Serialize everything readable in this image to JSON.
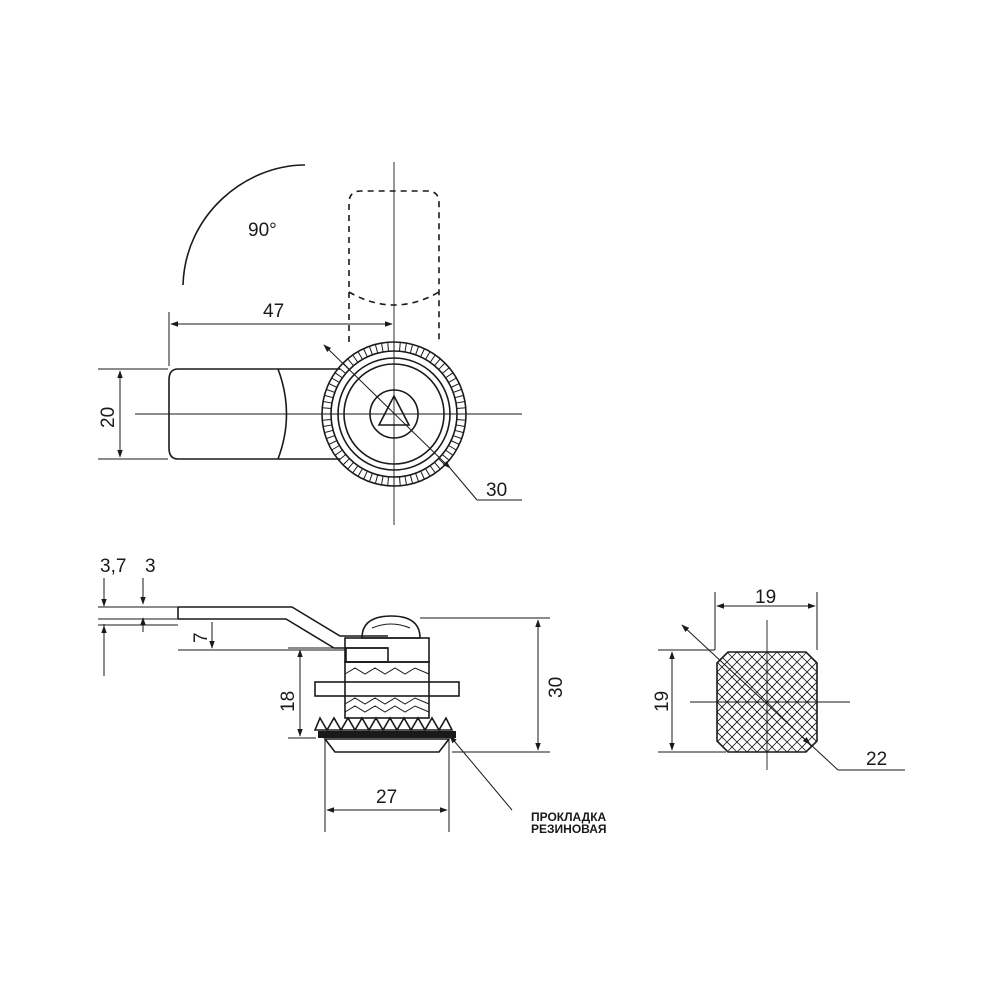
{
  "diagram": {
    "top_view": {
      "rotation_label": "90°",
      "lever_length": "47",
      "lever_width": "20",
      "body_diameter": "30"
    },
    "side_view": {
      "offset_a": "3,7",
      "offset_b": "3",
      "lever_drop": "7",
      "thread_length": "18",
      "total_height": "30",
      "flange_diameter": "27"
    },
    "cutout_view": {
      "width": "19",
      "height": "19",
      "diameter": "22"
    },
    "gasket_note": {
      "line1": "ПРОКЛАДКА",
      "line2": "РЕЗИНОВАЯ"
    },
    "colors": {
      "line": "#1a1a1a",
      "note_accent": "#c0392b"
    }
  }
}
